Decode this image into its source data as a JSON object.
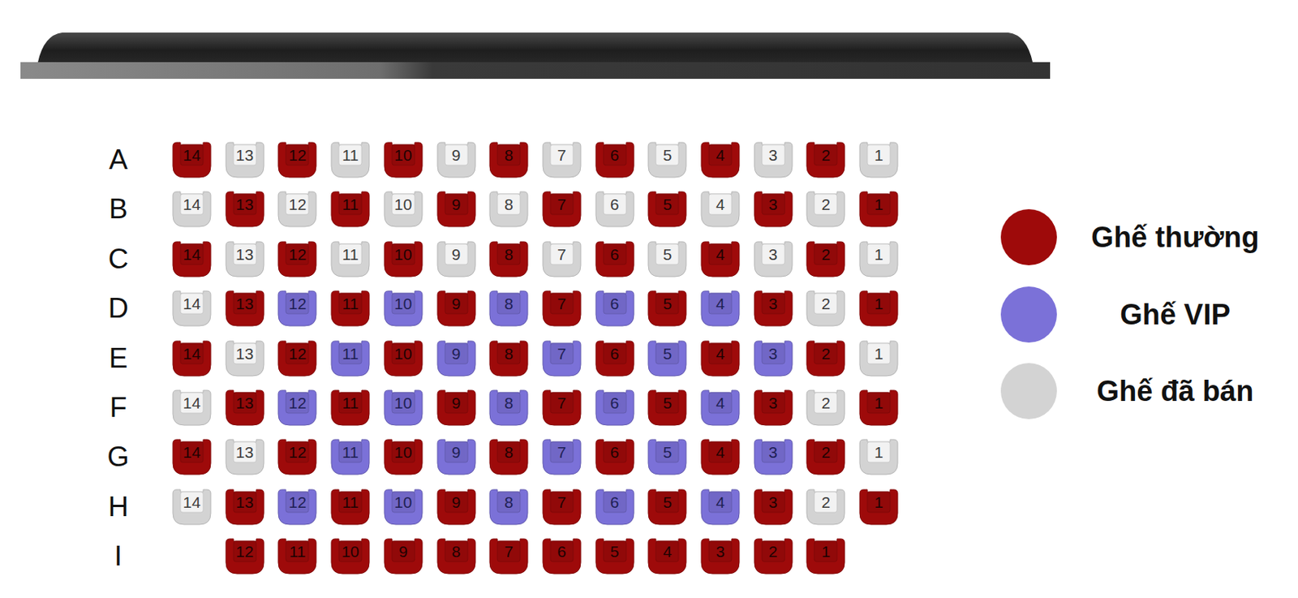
{
  "diagram": {
    "nodes": [
      {
        "text": [
          "14"
        ]
      },
      {
        "text": [
          "13"
        ]
      },
      {
        "text": [
          "12"
        ]
      },
      {
        "text": [
          "11"
        ]
      },
      {
        "text": [
          "10"
        ]
      },
      {
        "text": [
          "9"
        ]
      },
      {
        "text": [
          "8"
        ]
      },
      {
        "text": [
          "7"
        ]
      },
      {
        "text": [
          "6"
        ]
      },
      {
        "text": [
          "5"
        ]
      },
      {
        "text": [
          "4"
        ]
      },
      {
        "text": [
          "3"
        ]
      },
      {
        "text": [
          "2"
        ]
      },
      {
        "text": [
          "1"
        ]
      },
      {
        "text": [
          "14"
        ]
      },
      {
        "text": [
          "13"
        ]
      },
      {
        "text": [
          "12"
        ]
      },
      {
        "text": [
          "11"
        ]
      },
      {
        "text": [
          "10"
        ]
      },
      {
        "text": [
          "9"
        ]
      },
      {
        "text": [
          "8"
        ]
      },
      {
        "text": [
          "7"
        ]
      },
      {
        "text": [
          "6"
        ]
      },
      {
        "text": [
          "5"
        ]
      },
      {
        "text": [
          "4"
        ]
      },
      {
        "text": [
          "3"
        ]
      },
      {
        "text": [
          "2"
        ]
      },
      {
        "text": [
          "1"
        ]
      },
      {
        "text": [
          "14"
        ]
      },
      {
        "text": [
          "13"
        ]
      },
      {
        "text": [
          "12"
        ]
      },
      {
        "text": [
          "11"
        ]
      },
      {
        "text": [
          "10"
        ]
      },
      {
        "text": [
          "9"
        ]
      },
      {
        "text": [
          "8"
        ]
      },
      {
        "text": [
          "7"
        ]
      },
      {
        "text": [
          "6"
        ]
      },
      {
        "text": [
          "5"
        ]
      },
      {
        "text": [
          "4"
        ]
      },
      {
        "text": [
          "3"
        ]
      },
      {
        "text": [
          "2"
        ]
      },
      {
        "text": [
          "1"
        ]
      },
      {
        "text": [
          "14"
        ]
      },
      {
        "text": [
          "13"
        ]
      },
      {
        "text": [
          "12"
        ]
      },
      {
        "text": [
          "11"
        ]
      },
      {
        "text": [
          "10"
        ]
      },
      {
        "text": [
          "9"
        ]
      },
      {
        "text": [
          "8"
        ]
      },
      {
        "text": [
          "7"
        ]
      },
      {
        "text": [
          "6"
        ]
      },
      {
        "text": [
          "5"
        ]
      },
      {
        "text": [
          "4"
        ]
      },
      {
        "text": [
          "3"
        ]
      },
      {
        "text": [
          "2"
        ]
      },
      {
        "text": [
          "1"
        ]
      },
      {
        "text": [
          "14"
        ]
      },
      {
        "text": [
          "13"
        ]
      },
      {
        "text": [
          "12"
        ]
      },
      {
        "text": [
          "11"
        ]
      },
      {
        "text": [
          "10"
        ]
      },
      {
        "text": [
          "9"
        ]
      },
      {
        "text": [
          "8"
        ]
      },
      {
        "text": [
          "7"
        ]
      },
      {
        "text": [
          "6"
        ]
      },
      {
        "text": [
          "5"
        ]
      },
      {
        "text": [
          "4"
        ]
      },
      {
        "text": [
          "3"
        ]
      },
      {
        "text": [
          "2"
        ]
      },
      {
        "text": [
          "1"
        ]
      },
      {
        "text": [
          "14"
        ]
      },
      {
        "text": [
          "13"
        ]
      },
      {
        "text": [
          "12"
        ]
      },
      {
        "text": [
          "11"
        ]
      },
      {
        "text": [
          "10"
        ]
      },
      {
        "text": [
          "9"
        ]
      },
      {
        "text": [
          "8"
        ]
      },
      {
        "text": [
          "7"
        ]
      },
      {
        "text": [
          "6"
        ]
      },
      {
        "text": [
          "5"
        ]
      },
      {
        "text": [
          "4"
        ]
      },
      {
        "text": [
          "3"
        ]
      },
      {
        "text": [
          "2"
        ]
      },
      {
        "text": [
          "1"
        ]
      },
      {
        "text": [
          "14"
        ]
      },
      {
        "text": [
          "13"
        ]
      },
      {
        "text": [
          "12"
        ]
      },
      {
        "text": [
          "11"
        ]
      },
      {
        "text": [
          "10"
        ]
      },
      {
        "text": [
          "9"
        ]
      },
      {
        "text": [
          "8"
        ]
      },
      {
        "text": [
          "7"
        ]
      },
      {
        "text": [
          "6"
        ]
      },
      {
        "text": [
          "5"
        ]
      },
      {
        "text": [
          "4"
        ]
      },
      {
        "text": [
          "3"
        ]
      },
      {
        "text": [
          "2"
        ]
      },
      {
        "text": [
          "1"
        ]
      },
      {
        "text": [
          "14"
        ]
      },
      {
        "text": [
          "13"
        ]
      },
      {
        "text": [
          "12"
        ]
      },
      {
        "text": [
          "11"
        ]
      },
      {
        "text": [
          "10"
        ]
      },
      {
        "text": [
          "9"
        ]
      },
      {
        "text": [
          "8"
        ]
      },
      {
        "text": [
          "7"
        ]
      },
      {
        "text": [
          "6"
        ]
      },
      {
        "text": [
          "5"
        ]
      },
      {
        "text": [
          "4"
        ]
      },
      {
        "text": [
          "3"
        ]
      },
      {
        "text": [
          "2"
        ]
      },
      {
        "text": [
          "1"
        ]
      },
      {
        "text": [
          "12"
        ]
      },
      {
        "text": [
          "11"
        ]
      },
      {
        "text": [
          "10"
        ]
      },
      {
        "text": [
          "9"
        ]
      },
      {
        "text": [
          "8"
        ]
      },
      {
        "text": [
          "7"
        ]
      },
      {
        "text": [
          "6"
        ]
      },
      {
        "text": [
          "5"
        ]
      },
      {
        "text": [
          "4"
        ]
      },
      {
        "text": [
          "3"
        ]
      },
      {
        "text": [
          "2"
        ]
      },
      {
        "text": [
          "1"
        ]
      }
    ],
    "labels": [
      "A",
      "B",
      "C",
      "D",
      "E",
      "F",
      "G",
      "H",
      "I"
    ],
    "legend": [
      {
        "text": "Ghế thường",
        "color": "#9e0a0a"
      },
      {
        "text": "Ghế VIP",
        "color": "#7b71d8"
      },
      {
        "text": "Ghế đã bán",
        "color": "#d3d3d3"
      }
    ]
  }
}
